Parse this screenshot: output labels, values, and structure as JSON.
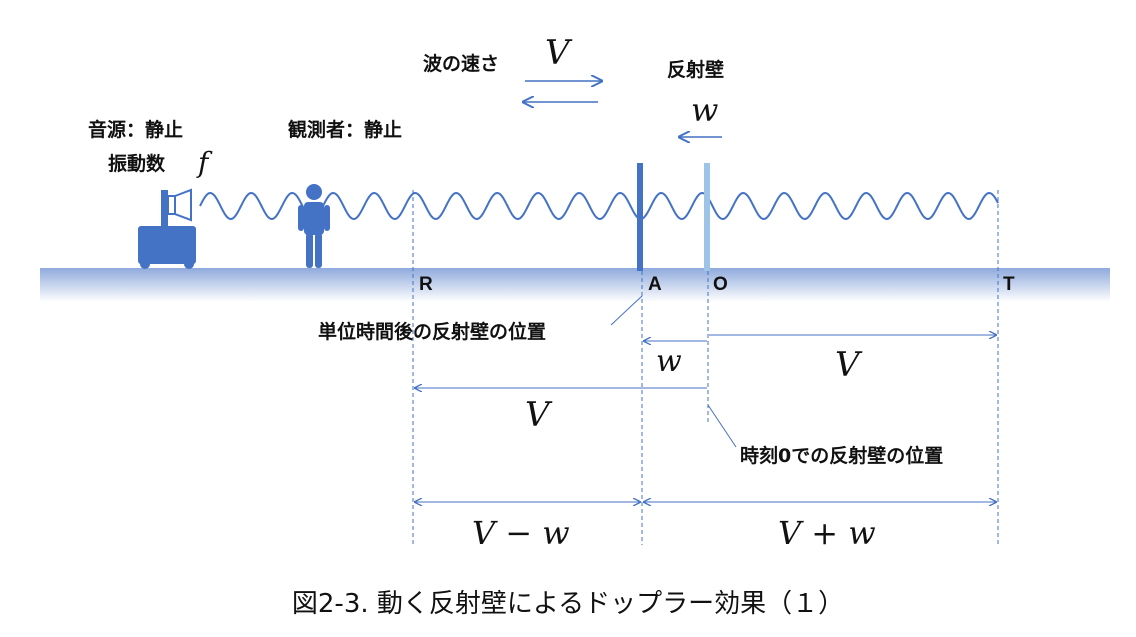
{
  "labels": {
    "wave_speed": "波の速さ",
    "wave_speed_sym": "V",
    "wall_label": "反射壁",
    "wall_speed_sym": "w",
    "source": "音源：静止",
    "frequency": "振動数",
    "frequency_sym": "f",
    "observer": "観測者：静止",
    "point_R": "R",
    "point_A": "A",
    "point_O": "O",
    "point_T": "T",
    "wall_after": "単位時間後の反射壁の位置",
    "wall_at_zero": "時刻0での反射壁の位置",
    "dist_AO": "w",
    "dist_OT": "V",
    "dist_OR": "V",
    "dist_RA": "V − w",
    "dist_AT": "V + w"
  },
  "caption": "図2-3. 動く反射壁によるドップラー効果（１）",
  "colors": {
    "blue": "#4472c4",
    "light_blue": "#9dc3e6",
    "ground_top": "#8faadc",
    "text": "#111111"
  }
}
